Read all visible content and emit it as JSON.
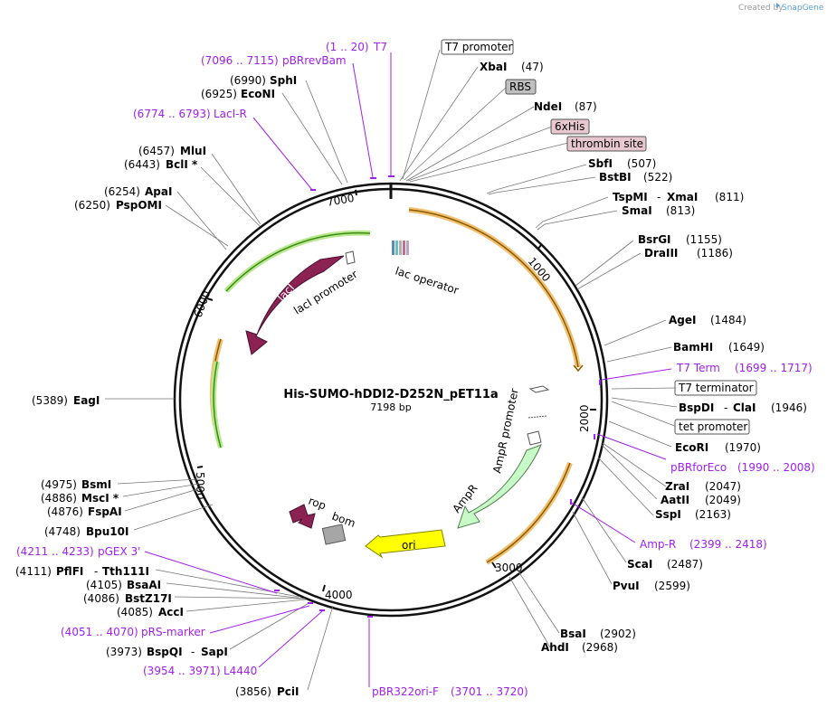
{
  "credit": {
    "prefix": "Created by",
    "brand": "SnapGene"
  },
  "plasmid": {
    "name": "His-SUMO-hDDI2-D252N_pET11a",
    "length": "7198 bp"
  },
  "ticks": [
    "1000",
    "2000",
    "3000",
    "4000",
    "5000",
    "6000",
    "7000"
  ],
  "boxed_features": {
    "t7_promoter": "T7 promoter",
    "rbs": "RBS",
    "his6": "6xHis",
    "thrombin": "thrombin site",
    "t7_terminator": "T7 terminator",
    "tet_promoter": "tet promoter"
  },
  "features": {
    "lac_operator": "lac operator",
    "laci": "lacI",
    "laci_promoter": "lacI promoter",
    "ampr_promoter": "AmpR promoter",
    "ampr": "AmpR",
    "ori": "ori",
    "rop": "rop",
    "bom": "bom"
  },
  "sites": {
    "xbai": {
      "name": "XbaI",
      "pos": "(47)"
    },
    "ndei": {
      "name": "NdeI",
      "pos": "(87)"
    },
    "sbfi": {
      "name": "SbfI",
      "pos": "(507)"
    },
    "bstbi": {
      "name": "BstBI",
      "pos": "(522)"
    },
    "tspmi": {
      "name": "TspMI",
      "sep": "-",
      "name2": "XmaI",
      "pos": "(811)"
    },
    "smai": {
      "name": "SmaI",
      "pos": "(813)"
    },
    "bsrgi": {
      "name": "BsrGI",
      "pos": "(1155)"
    },
    "draiii": {
      "name": "DraIII",
      "pos": "(1186)"
    },
    "agei": {
      "name": "AgeI",
      "pos": "(1484)"
    },
    "bamhi": {
      "name": "BamHI",
      "pos": "(1649)"
    },
    "bspdi": {
      "name": "BspDI",
      "sep": "-",
      "name2": "ClaI",
      "pos": "(1946)"
    },
    "ecori": {
      "name": "EcoRI",
      "pos": "(1970)"
    },
    "zrai": {
      "name": "ZraI",
      "pos": "(2047)"
    },
    "aatii": {
      "name": "AatII",
      "pos": "(2049)"
    },
    "sspi": {
      "name": "SspI",
      "pos": "(2163)"
    },
    "scai": {
      "name": "ScaI",
      "pos": "(2487)"
    },
    "pvui": {
      "name": "PvuI",
      "pos": "(2599)"
    },
    "bsai": {
      "name": "BsaI",
      "pos": "(2902)"
    },
    "ahdi": {
      "name": "AhdI",
      "pos": "(2968)"
    },
    "pcii": {
      "name": "PciI",
      "pos": "(3856)",
      "pos_first": true
    },
    "bspqi": {
      "name": "BspQI",
      "sep": "-",
      "name2": "SapI",
      "pos": "(3973)"
    },
    "acci": {
      "name": "AccI",
      "pos": "(4085)"
    },
    "bstz17i": {
      "name": "BstZ17I",
      "pos": "(4086)"
    },
    "bsaai": {
      "name": "BsaAI",
      "pos": "(4105)"
    },
    "pflfi": {
      "name": "PflFI",
      "sep": "-",
      "name2": "Tth111I",
      "pos": "(4111)"
    },
    "bpu10i": {
      "name": "Bpu10I",
      "pos": "(4748)"
    },
    "fspai": {
      "name": "FspAI",
      "pos": "(4876)"
    },
    "msci": {
      "name": "MscI *",
      "pos": "(4886)"
    },
    "bsmi": {
      "name": "BsmI",
      "pos": "(4975)"
    },
    "eagi": {
      "name": "EagI",
      "pos": "(5389)"
    },
    "pspomi": {
      "name": "PspOMI",
      "pos": "(6250)"
    },
    "apai": {
      "name": "ApaI",
      "pos": "(6254)"
    },
    "bcli": {
      "name": "BclI *",
      "pos": "(6443)"
    },
    "mlui": {
      "name": "MluI",
      "pos": "(6457)"
    },
    "econi": {
      "name": "EcoNI",
      "pos": "(6925)"
    },
    "sphi": {
      "name": "SphI",
      "pos": "(6990)"
    }
  },
  "primers": {
    "t7": {
      "range": "(1 .. 20)",
      "name": "T7"
    },
    "pbrrevbam": {
      "range": "(7096 .. 7115)",
      "name": "pBRrevBam"
    },
    "laci_r": {
      "range": "(6774 .. 6793)",
      "name": "LacI-R"
    },
    "t7_term": {
      "name": "T7 Term",
      "range": "(1699 .. 1717)"
    },
    "pbrforeco": {
      "name": "pBRforEco",
      "range": "(1990 .. 2008)"
    },
    "amp_r": {
      "name": "Amp-R",
      "range": "(2399 .. 2418)"
    },
    "pbr322ori": {
      "name": "pBR322ori-F",
      "range": "(3701 .. 3720)"
    },
    "l4440": {
      "range": "(3954 .. 3971)",
      "name": "L4440"
    },
    "prs_marker": {
      "range": "(4051 .. 4070)",
      "name": "pRS-marker"
    },
    "pgex3": {
      "range": "(4211 .. 4233)",
      "name": "pGEX 3'"
    }
  },
  "colors": {
    "ring": "#111111",
    "primer": "#a020f0",
    "lacI": "#8b2252",
    "ampR": "#c8fac8",
    "ori": "#ffff00",
    "bom": "#a6a6a6",
    "orf_orange": "#f0a030",
    "orf_green": "#70c030",
    "rbs_fill": "#bfbfbf",
    "tag_fill": "#e8c8d0"
  }
}
